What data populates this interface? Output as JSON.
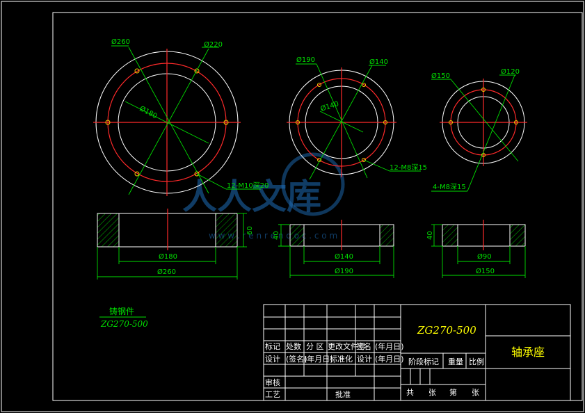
{
  "views": {
    "left_top": {
      "d_outer": "Ø260",
      "d_pcd": "Ø220",
      "d_inner": "Ø180",
      "holes_note": "12-M10深20"
    },
    "mid_top": {
      "d_outer": "Ø190",
      "d_pcd": "Ø140",
      "d_inner": "Ø140",
      "holes_note": "12-M8深15"
    },
    "right_top": {
      "d_outer": "Ø150",
      "d_pcd": "Ø120",
      "holes_note": "4-M8深15"
    },
    "left_section": {
      "d_inner": "Ø180",
      "d_outer": "Ø260",
      "height": "60"
    },
    "mid_section": {
      "d_inner": "Ø140",
      "d_outer": "Ø190",
      "height": "40"
    },
    "right_section": {
      "d_inner": "Ø90",
      "d_outer": "Ø150",
      "height": "40"
    }
  },
  "material": {
    "label": "铸钢件",
    "grade": "ZG270-500"
  },
  "watermark": {
    "text": "人人文库",
    "url": "w w w . r e n r e n d o c . c o m"
  },
  "title_block": {
    "material_code": "ZG270-500",
    "part_name": "轴承座",
    "row1": [
      "标记",
      "处数",
      "分 区",
      "更改文件号",
      "签名",
      "(年月日)"
    ],
    "row2": [
      "设计",
      "(签名)",
      "(年月日)",
      "标准化",
      "设计",
      "(年月日)"
    ],
    "stage_mark": "阶段标记",
    "weight": "重量",
    "scale": "比例",
    "review": "审核",
    "process": "工艺",
    "approve": "批准",
    "total": "共",
    "sheets": "张",
    "no": "第",
    "sheet": "张"
  }
}
